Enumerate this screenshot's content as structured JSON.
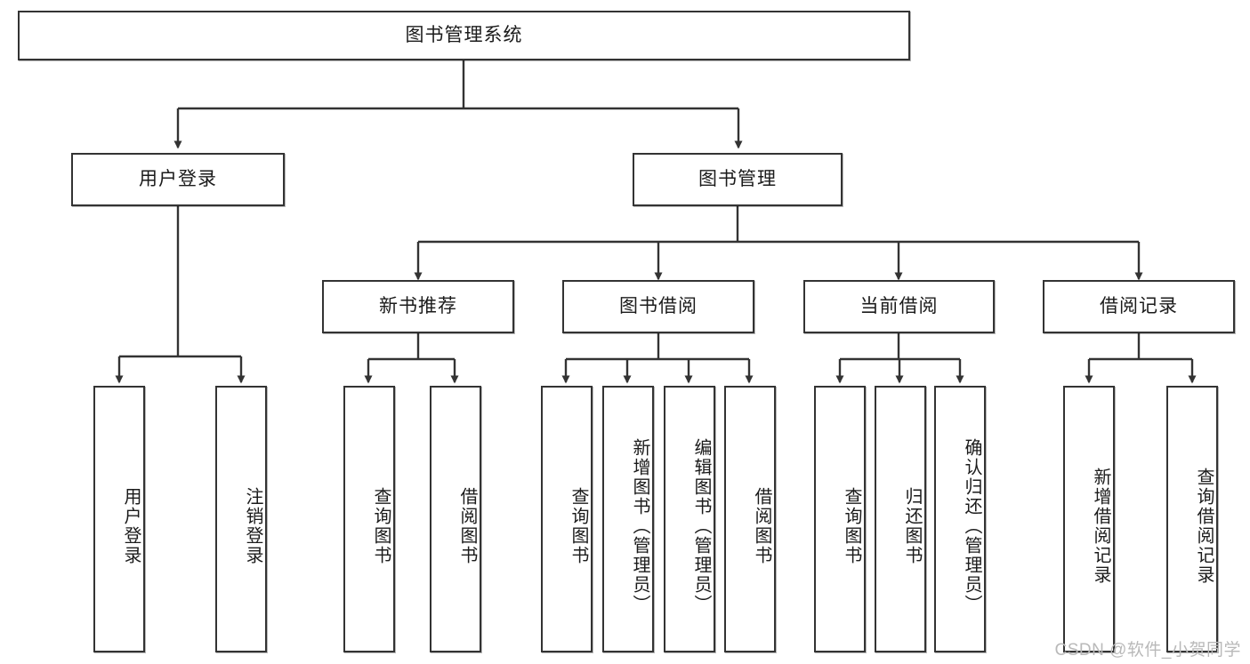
{
  "diagram": {
    "title": "图书管理系统",
    "type": "tree-hierarchy",
    "watermark": "CSDN @软件_小贺同学",
    "colors": {
      "border": "#333333",
      "background": "#ffffff",
      "text": "#1b1b1b",
      "watermark": "#b9b9b9"
    },
    "root": {
      "label": "图书管理系统"
    },
    "level1": [
      {
        "label": "用户登录"
      },
      {
        "label": "图书管理"
      }
    ],
    "level2": [
      {
        "label": "新书推荐"
      },
      {
        "label": "图书借阅"
      },
      {
        "label": "当前借阅"
      },
      {
        "label": "借阅记录"
      }
    ],
    "leaves": {
      "user_login": [
        {
          "label": "用户登录"
        },
        {
          "label": "注销登录"
        }
      ],
      "new_book_recommend": [
        {
          "label": "查询图书"
        },
        {
          "label": "借阅图书"
        }
      ],
      "book_borrow": [
        {
          "label": "查询图书"
        },
        {
          "label": "新增图书（管理员）"
        },
        {
          "label": "编辑图书（管理员）"
        },
        {
          "label": "借阅图书"
        }
      ],
      "current_borrow": [
        {
          "label": "查询图书"
        },
        {
          "label": "归还图书"
        },
        {
          "label": "确认归还（管理员）"
        }
      ],
      "borrow_record": [
        {
          "label": "新增借阅记录"
        },
        {
          "label": "查询借阅记录"
        }
      ]
    }
  }
}
